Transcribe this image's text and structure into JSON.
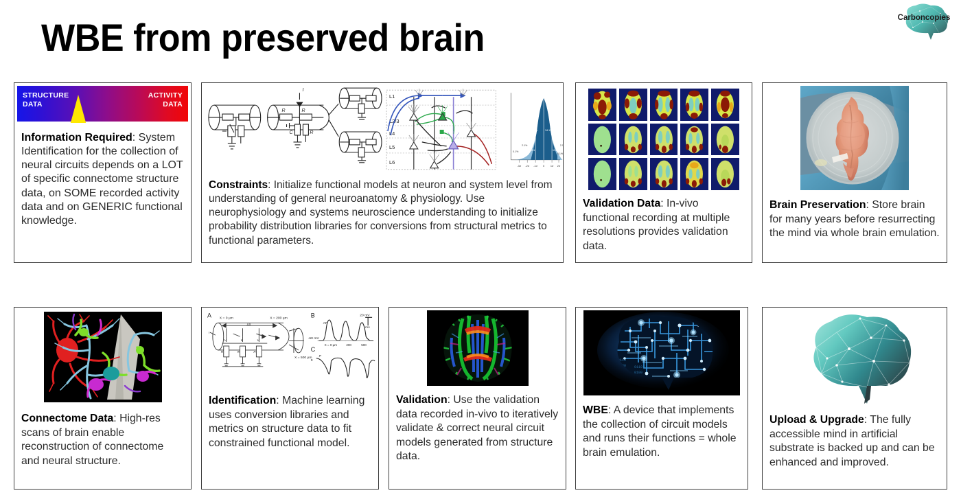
{
  "header": {
    "title": "WBE from preserved brain",
    "logo_text": "Carboncopies",
    "logo_name": "carboncopies-logo"
  },
  "colors": {
    "structure_data": "#1616e8",
    "activity_data": "#f10606",
    "marker": "#ffe800",
    "card_border": "#3c3c3c",
    "logo_teal": "#5fc9bf",
    "logo_dark": "#2f4f52"
  },
  "cards": [
    {
      "id": "information-required",
      "figure": "structure-activity-gradient-bar",
      "gradient": {
        "left_label": "STRUCTURE\nDATA",
        "left_label_line1": "STRUCTURE",
        "left_label_line2": "DATA",
        "right_label_line1": "ACTIVITY",
        "right_label_line2": "DATA",
        "marker_position_pct": 31
      },
      "heading": "Information Required",
      "body": ": System Identification for the collection of neural circuits depends on a LOT of specific connectome structure data, on SOME recorded activity data and on GENERIC functional knowledge."
    },
    {
      "id": "constraints",
      "figure": "cable-circuit-cortical-layers-normal-distribution",
      "cortical_layers": [
        "L1",
        "L2/3",
        "L4",
        "L5",
        "L6"
      ],
      "distribution_labels": [
        "0.1%",
        "2.1%",
        "13.6%",
        "34.1%",
        "34.1%",
        "13.6%",
        "2.1%",
        "0.1%"
      ],
      "distribution_ticks": [
        "-3σ",
        "-2σ",
        "-1σ",
        "0",
        "1σ",
        "2σ",
        "3σ"
      ],
      "heading": "Constraints",
      "body": ": Initialize functional models at neuron and system level from understanding of general neuroanatomy & physiology. Use neurophysiology and systems neuroscience understanding to initialize probability distribution libraries for conversions from structural metrics to functional parameters."
    },
    {
      "id": "validation-data",
      "figure": "fmri-brain-slice-grid",
      "grid_rows": 3,
      "grid_cols": 5,
      "heading": "Validation Data",
      "body": ": In-vivo functional recording at multiple resolutions provides validation data."
    },
    {
      "id": "brain-preservation",
      "figure": "preserved-brain-in-petri-dish",
      "heading": "Brain Preservation",
      "body": ": Store brain for many years before resurrecting the mind via whole brain emulation."
    },
    {
      "id": "connectome-data",
      "figure": "em-reconstruction-colored-neurites",
      "heading": "Connectome Data",
      "body": ": High-res scans of brain enable reconstruction of connectome and neural structure."
    },
    {
      "id": "identification",
      "figure": "cable-model-action-potential-panels",
      "panel_labels": [
        "A",
        "B",
        "C"
      ],
      "panel_annotations": [
        "X = 0 µm",
        "X = 200 µm",
        "X = 500 µm",
        "AP",
        "20 mV",
        "-60 mV"
      ],
      "heading": "Identification",
      "body": ": Machine learning uses conversion libraries and metrics on structure data to fit constrained functional model."
    },
    {
      "id": "validation",
      "figure": "dti-tractography-brain-slice",
      "heading": "Validation",
      "body": ": Use the validation data recorded in-vivo to iteratively validate & correct neural circuit models generated from structure data."
    },
    {
      "id": "wbe",
      "figure": "circuit-board-brain",
      "heading": "WBE",
      "body": ": A device that implements the collection of circuit models and runs their functions = whole brain emulation."
    },
    {
      "id": "upload-upgrade",
      "figure": "low-poly-teal-brain",
      "heading": "Upload & Upgrade",
      "body": ": The fully accessible mind in artificial substrate is backed up and can be enhanced and improved."
    }
  ]
}
